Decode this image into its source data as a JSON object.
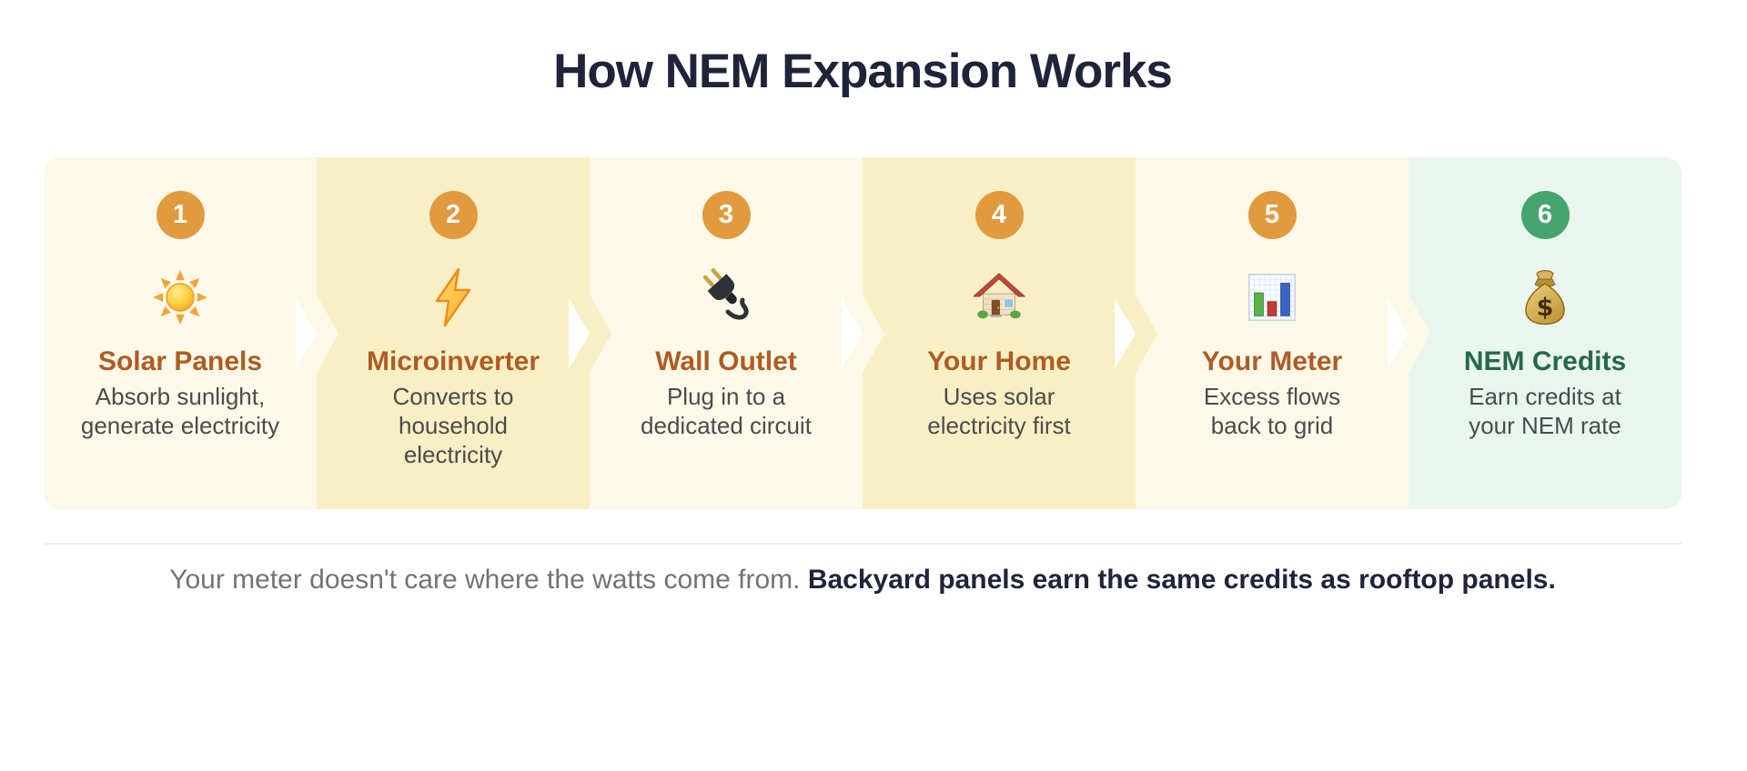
{
  "page": {
    "title": "How NEM Expansion Works"
  },
  "caption": {
    "normal": "Your meter doesn't care where the watts come from. ",
    "bold": "Backyard panels earn the same credits as rooftop panels."
  },
  "colors": {
    "title_navy": "#20243a",
    "badge_orange": "#e19a3e",
    "badge_green": "#46a46f",
    "step_title_brown": "#ae5c24",
    "step_title_green": "#26684a",
    "description_gray": "#4b4b4d",
    "caption_gray": "#737373",
    "bg_pale_yellow": "#fdf9e8",
    "bg_deep_yellow": "#f9efc4",
    "bg_pale_green": "#e9f6ee"
  },
  "steps": [
    {
      "number": "1",
      "icon": "sun-icon",
      "title": "Solar Panels",
      "description": "Absorb sunlight,\ngenerate electricity"
    },
    {
      "number": "2",
      "icon": "lightning-icon",
      "title": "Microinverter",
      "description": "Converts to\nhousehold\nelectricity"
    },
    {
      "number": "3",
      "icon": "electric-plug-icon",
      "title": "Wall Outlet",
      "description": "Plug in to a\ndedicated circuit"
    },
    {
      "number": "4",
      "icon": "house-icon",
      "title": "Your Home",
      "description": "Uses solar\nelectricity first"
    },
    {
      "number": "5",
      "icon": "bar-chart-icon",
      "title": "Your Meter",
      "description": "Excess flows\nback to grid"
    },
    {
      "number": "6",
      "icon": "money-bag-icon",
      "title": "NEM Credits",
      "description": "Earn credits at\nyour NEM rate"
    }
  ]
}
